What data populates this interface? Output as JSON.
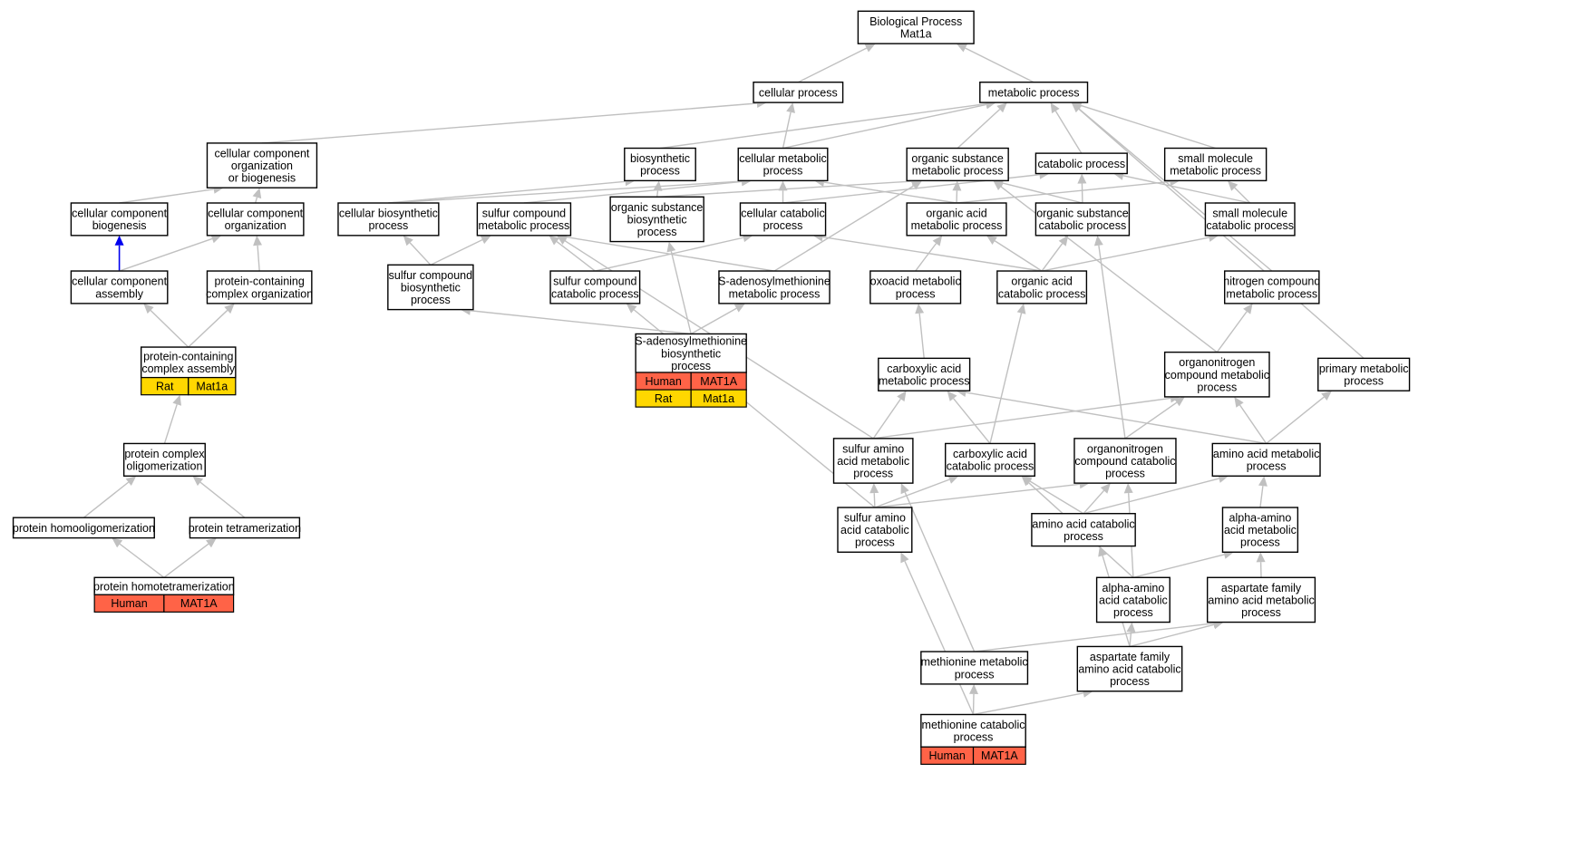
{
  "graph": {
    "nodes": {
      "bp": {
        "lines": [
          "Biological Process",
          "Mat1a"
        ]
      },
      "cp": {
        "lines": [
          "cellular process"
        ]
      },
      "mp": {
        "lines": [
          "metabolic process"
        ]
      },
      "ccob": {
        "lines": [
          "cellular component",
          "organization",
          "or biogenesis"
        ]
      },
      "biosyn": {
        "lines": [
          "biosynthetic",
          "process"
        ]
      },
      "cmp": {
        "lines": [
          "cellular metabolic",
          "process"
        ]
      },
      "osmp": {
        "lines": [
          "organic substance",
          "metabolic process"
        ]
      },
      "catab": {
        "lines": [
          "catabolic process"
        ]
      },
      "smmp": {
        "lines": [
          "small molecule",
          "metabolic process"
        ]
      },
      "ccb": {
        "lines": [
          "cellular component",
          "biogenesis"
        ]
      },
      "cco": {
        "lines": [
          "cellular component",
          "organization"
        ]
      },
      "cbp": {
        "lines": [
          "cellular biosynthetic",
          "process"
        ]
      },
      "scmp": {
        "lines": [
          "sulfur compound",
          "metabolic process"
        ]
      },
      "osbp": {
        "lines": [
          "organic substance",
          "biosynthetic",
          "process"
        ]
      },
      "ccp": {
        "lines": [
          "cellular catabolic",
          "process"
        ]
      },
      "oamp": {
        "lines": [
          "organic acid",
          "metabolic process"
        ]
      },
      "oscp": {
        "lines": [
          "organic substance",
          "catabolic process"
        ]
      },
      "smcp": {
        "lines": [
          "small molecule",
          "catabolic process"
        ]
      },
      "cca": {
        "lines": [
          "cellular component",
          "assembly"
        ]
      },
      "pcco": {
        "lines": [
          "protein-containing",
          "complex organization"
        ]
      },
      "scbp": {
        "lines": [
          "sulfur compound",
          "biosynthetic",
          "process"
        ]
      },
      "sccp": {
        "lines": [
          "sulfur compound",
          "catabolic process"
        ]
      },
      "samm": {
        "lines": [
          "S-adenosylmethionine",
          "metabolic process"
        ]
      },
      "oxo": {
        "lines": [
          "oxoacid metabolic",
          "process"
        ]
      },
      "oacp": {
        "lines": [
          "organic acid",
          "catabolic process"
        ]
      },
      "ncmp": {
        "lines": [
          "nitrogen compound",
          "metabolic process"
        ]
      },
      "pcca": {
        "lines": [
          "protein-containing",
          "complex assembly"
        ],
        "rows": [
          {
            "species": "Rat",
            "gene": "Mat1a",
            "color": "#ffd700"
          }
        ]
      },
      "samb": {
        "lines": [
          "S-adenosylmethionine",
          "biosynthetic",
          "process"
        ],
        "rows": [
          {
            "species": "Human",
            "gene": "MAT1A",
            "color": "#ff6347"
          },
          {
            "species": "Rat",
            "gene": "Mat1a",
            "color": "#ffd700"
          }
        ]
      },
      "camp": {
        "lines": [
          "carboxylic acid",
          "metabolic process"
        ]
      },
      "oncmp": {
        "lines": [
          "organonitrogen",
          "compound metabolic",
          "process"
        ]
      },
      "pmp": {
        "lines": [
          "primary metabolic",
          "process"
        ]
      },
      "pco": {
        "lines": [
          "protein complex",
          "oligomerization"
        ]
      },
      "saamp": {
        "lines": [
          "sulfur amino",
          "acid metabolic",
          "process"
        ]
      },
      "cacp": {
        "lines": [
          "carboxylic acid",
          "catabolic process"
        ]
      },
      "onccp": {
        "lines": [
          "organonitrogen",
          "compound catabolic",
          "process"
        ]
      },
      "aamp": {
        "lines": [
          "amino acid metabolic",
          "process"
        ]
      },
      "pho": {
        "lines": [
          "protein homooligomerization"
        ]
      },
      "ptet": {
        "lines": [
          "protein tetramerization"
        ]
      },
      "saacp": {
        "lines": [
          "sulfur amino",
          "acid catabolic",
          "process"
        ]
      },
      "aacp": {
        "lines": [
          "amino acid catabolic",
          "process"
        ]
      },
      "alphaamp": {
        "lines": [
          "alpha-amino",
          "acid metabolic",
          "process"
        ]
      },
      "phtet": {
        "lines": [
          "protein homotetramerization"
        ],
        "rows": [
          {
            "species": "Human",
            "gene": "MAT1A",
            "color": "#ff6347"
          }
        ]
      },
      "alphaacp": {
        "lines": [
          "alpha-amino",
          "acid catabolic",
          "process"
        ]
      },
      "afamp": {
        "lines": [
          "aspartate family",
          "amino acid metabolic",
          "process"
        ]
      },
      "metmp": {
        "lines": [
          "methionine metabolic",
          "process"
        ]
      },
      "afacp": {
        "lines": [
          "aspartate family",
          "amino acid catabolic",
          "process"
        ]
      },
      "metcp": {
        "lines": [
          "methionine catabolic",
          "process"
        ],
        "rows": [
          {
            "species": "Human",
            "gene": "MAT1A",
            "color": "#ff6347"
          }
        ]
      }
    },
    "edges": [
      [
        "cp",
        "bp"
      ],
      [
        "mp",
        "bp"
      ],
      [
        "ccob",
        "cp"
      ],
      [
        "cmp",
        "cp"
      ],
      [
        "biosyn",
        "mp"
      ],
      [
        "cmp",
        "mp"
      ],
      [
        "osmp",
        "mp"
      ],
      [
        "catab",
        "mp"
      ],
      [
        "smmp",
        "mp"
      ],
      [
        "ncmp",
        "mp"
      ],
      [
        "pmp",
        "mp"
      ],
      [
        "ccb",
        "ccob"
      ],
      [
        "cco",
        "ccob"
      ],
      [
        "cbp",
        "biosyn"
      ],
      [
        "osbp",
        "biosyn"
      ],
      [
        "cbp",
        "cmp"
      ],
      [
        "scmp",
        "cmp"
      ],
      [
        "ccp",
        "cmp"
      ],
      [
        "oamp",
        "cmp"
      ],
      [
        "osbp",
        "osmp"
      ],
      [
        "oamp",
        "osmp"
      ],
      [
        "oscp",
        "osmp"
      ],
      [
        "samm",
        "osmp"
      ],
      [
        "oncmp",
        "osmp"
      ],
      [
        "ccp",
        "catab"
      ],
      [
        "oscp",
        "catab"
      ],
      [
        "smcp",
        "catab"
      ],
      [
        "oamp",
        "smmp"
      ],
      [
        "smcp",
        "smmp"
      ],
      [
        "cca",
        "ccb"
      ],
      [
        "cca",
        "cco"
      ],
      [
        "pcco",
        "cco"
      ],
      [
        "scbp",
        "cbp"
      ],
      [
        "scbp",
        "scmp"
      ],
      [
        "sccp",
        "scmp"
      ],
      [
        "samm",
        "scmp"
      ],
      [
        "saamp",
        "scmp"
      ],
      [
        "sccp",
        "ccp"
      ],
      [
        "oacp",
        "ccp"
      ],
      [
        "oxo",
        "oamp"
      ],
      [
        "oacp",
        "oamp"
      ],
      [
        "oacp",
        "oscp"
      ],
      [
        "onccp",
        "oscp"
      ],
      [
        "oacp",
        "smcp"
      ],
      [
        "pcca",
        "cca"
      ],
      [
        "pcca",
        "pcco"
      ],
      [
        "samb",
        "scbp"
      ],
      [
        "samb",
        "samm"
      ],
      [
        "samb",
        "osbp"
      ],
      [
        "camp",
        "oxo"
      ],
      [
        "cacp",
        "oacp"
      ],
      [
        "oncmp",
        "ncmp"
      ],
      [
        "saamp",
        "camp"
      ],
      [
        "cacp",
        "camp"
      ],
      [
        "aamp",
        "camp"
      ],
      [
        "saamp",
        "oncmp"
      ],
      [
        "onccp",
        "oncmp"
      ],
      [
        "aamp",
        "oncmp"
      ],
      [
        "aamp",
        "pmp"
      ],
      [
        "pco",
        "pcca"
      ],
      [
        "pho",
        "pco"
      ],
      [
        "ptet",
        "pco"
      ],
      [
        "saacp",
        "saamp"
      ],
      [
        "saacp",
        "cacp"
      ],
      [
        "saacp",
        "onccp"
      ],
      [
        "saacp",
        "sccp"
      ],
      [
        "aacp",
        "cacp"
      ],
      [
        "aacp",
        "onccp"
      ],
      [
        "aacp",
        "aamp"
      ],
      [
        "alphaamp",
        "aamp"
      ],
      [
        "phtet",
        "pho"
      ],
      [
        "phtet",
        "ptet"
      ],
      [
        "alphaacp",
        "alphaamp"
      ],
      [
        "alphaacp",
        "cacp"
      ],
      [
        "alphaacp",
        "onccp"
      ],
      [
        "afamp",
        "alphaamp"
      ],
      [
        "metmp",
        "saamp"
      ],
      [
        "metmp",
        "afamp"
      ],
      [
        "afacp",
        "afamp"
      ],
      [
        "afacp",
        "alphaacp"
      ],
      [
        "afacp",
        "aacp"
      ],
      [
        "metcp",
        "metmp"
      ],
      [
        "metcp",
        "afacp"
      ],
      [
        "metcp",
        "saacp"
      ]
    ],
    "highlight_edges": [
      [
        "cca",
        "ccb"
      ]
    ],
    "colors": {
      "edge": "#c0c0c0",
      "highlight": "#0000ee",
      "human": "#ff6347",
      "rat": "#ffd700"
    }
  }
}
